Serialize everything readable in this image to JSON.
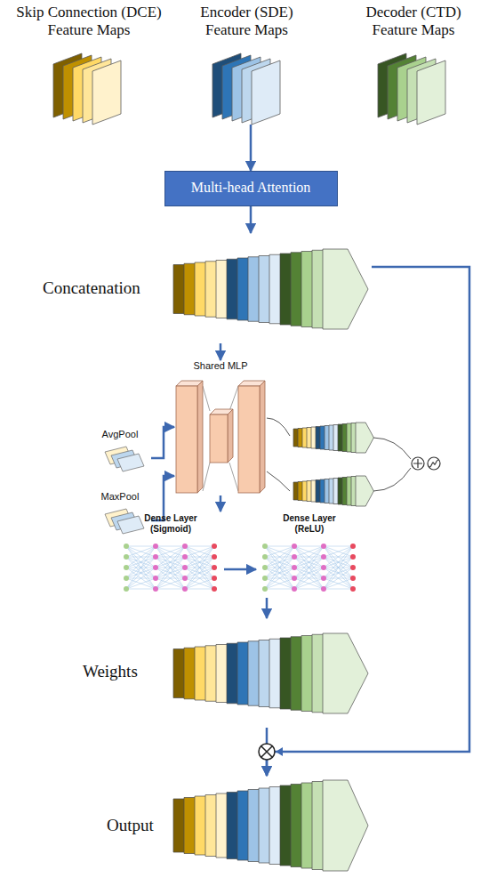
{
  "diagram": {
    "nodes": [
      {
        "text": [
          "Skip Connection (DCE) Feature Maps"
        ]
      },
      {
        "text": [
          "Encoder (SDE) Feature Maps"
        ]
      },
      {
        "text": [
          "Decoder (CTD) Feature Maps"
        ]
      },
      {
        "text": [
          "Multi-head Attention"
        ]
      },
      {
        "text": [
          "Concatenation"
        ]
      },
      {
        "text": [
          "Shared MLP"
        ]
      },
      {
        "text": [
          "AvgPool"
        ]
      },
      {
        "text": [
          "MaxPool"
        ]
      },
      {
        "text": [
          "Dense Layer (Sigmoid)"
        ]
      },
      {
        "text": [
          "Dense Layer (ReLU)"
        ]
      },
      {
        "text": [
          "Weights"
        ]
      },
      {
        "text": [
          "Output"
        ]
      }
    ],
    "edges": [
      {
        "from": 1,
        "to": 3,
        "arrow": "to"
      },
      {
        "from": 3,
        "to": 4,
        "arrow": "to"
      },
      {
        "from": 4,
        "to": 5,
        "arrow": "to"
      },
      {
        "from": 6,
        "to": 5,
        "arrow": "to"
      },
      {
        "from": 7,
        "to": 5,
        "arrow": "to"
      },
      {
        "from": 5,
        "to": 8,
        "arrow": "to"
      },
      {
        "from": 8,
        "to": 9,
        "arrow": "to"
      },
      {
        "from": 9,
        "to": 10,
        "arrow": "to"
      },
      {
        "from": 10,
        "to": 11,
        "arrow": "to"
      },
      {
        "from": 4,
        "to": 11,
        "arrow": "to"
      }
    ]
  }
}
